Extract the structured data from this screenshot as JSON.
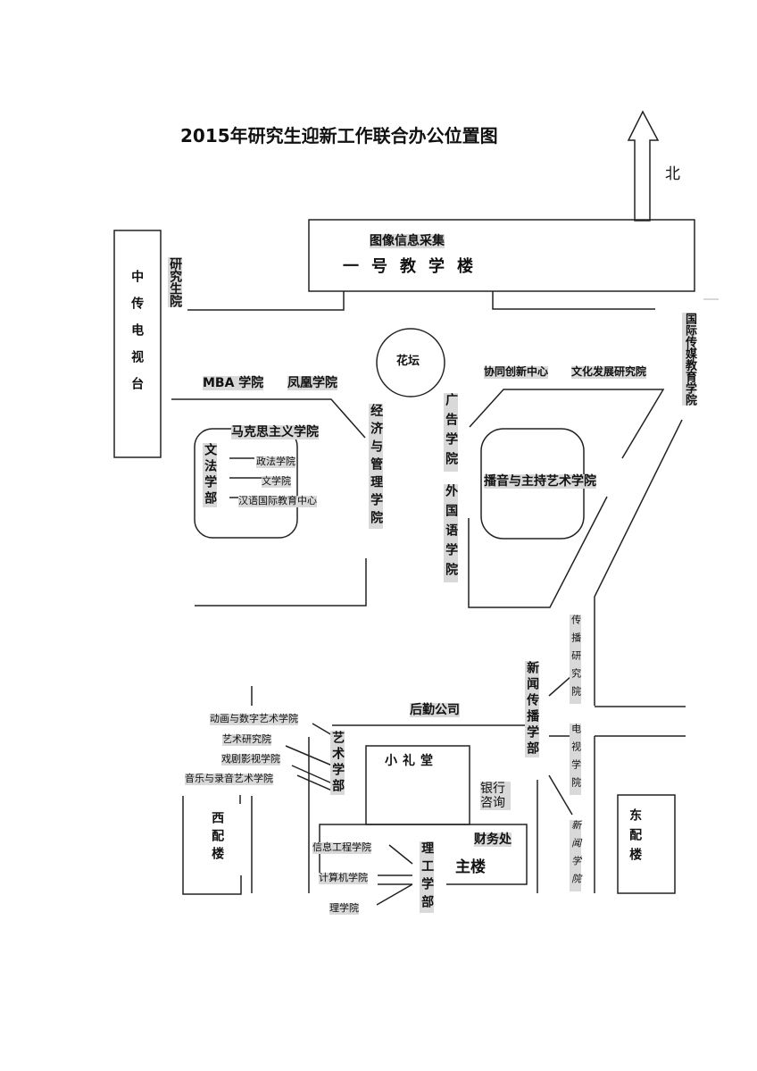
{
  "title": "2015年研究生迎新工作联合办公位置图",
  "north": "北",
  "buildings": {
    "cctv": "中传电视台",
    "teaching1_sub": "图像信息采集",
    "teaching1": "一号教学楼",
    "flowerbed": "花坛",
    "small_hall": "小礼堂",
    "main_building": "主楼",
    "west_annex": "西配楼",
    "east_annex": "东配楼"
  },
  "labels": {
    "graduate_school": "研究生院",
    "mba": "MBA 学院",
    "phoenix": "凤凰学院",
    "marxism": "马克思主义学院",
    "liberal_law": "文法学部",
    "politics_law": "政法学院",
    "literature": "文学院",
    "chinese_intl": "汉语国际教育中心",
    "econ_mgmt": "经济与管理学院",
    "advertising": "广告学院",
    "foreign_lang": "外国语学院",
    "collab_innov": "协同创新中心",
    "culture_dev": "文化发展研究院",
    "broadcasting": "播音与主持艺术学院",
    "intl_media": "国际传媒教育学院",
    "comm_research": "传播研究院",
    "tv_school": "电视学院",
    "journalism_school": "新闻学院",
    "journalism_comm": "新闻传播学部",
    "logistics": "后勤公司",
    "animation": "动画与数字艺术学院",
    "art_research": "艺术研究院",
    "drama_film": "戏剧影视学院",
    "music_recording": "音乐与录音艺术学院",
    "arts_div": "艺术学部",
    "bank": "银行咨询",
    "finance": "财务处",
    "info_eng": "信息工程学院",
    "computer": "计算机学院",
    "science": "理学院",
    "sci_eng_div": "理工学部"
  }
}
